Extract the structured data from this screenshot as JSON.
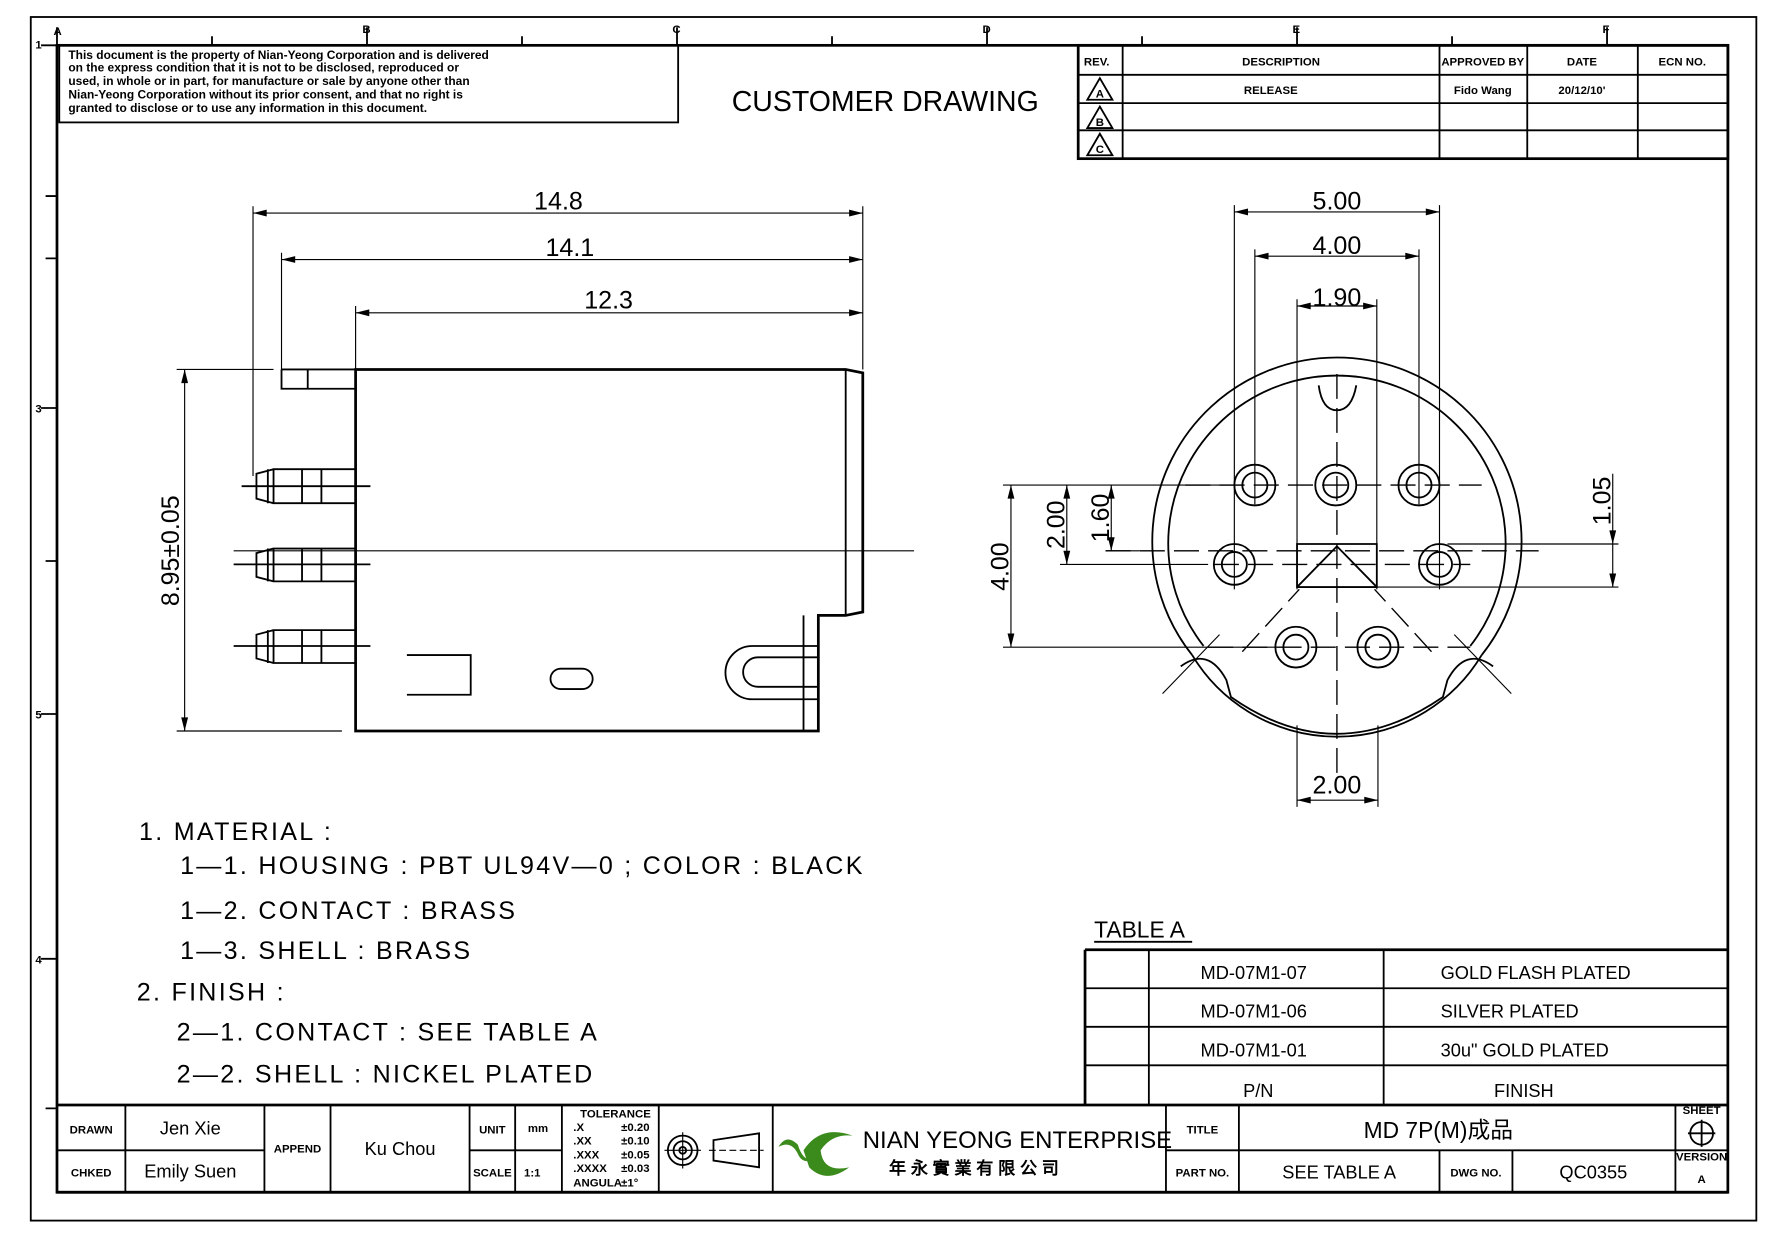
{
  "disclaimer": {
    "lines": [
      "This document is the property of Nian-Yeong Corporation and is delivered",
      "on the express condition that it is not to be disclosed, reproduced or",
      "used, in whole or in part, for manufacture or sale by anyone other than",
      "Nian-Yeong Corporation without its prior consent, and that no right is",
      "granted to disclose or to use any information in this document."
    ]
  },
  "drawing_type": "CUSTOMER DRAWING",
  "grid": {
    "columns": [
      "A",
      "B",
      "C",
      "D",
      "E",
      "F"
    ],
    "rows": [
      "1",
      "3",
      "5",
      "4"
    ]
  },
  "revision_table": {
    "headers": [
      "REV.",
      "DESCRIPTION",
      "APPROVED BY",
      "DATE",
      "ECN NO."
    ],
    "rows": [
      {
        "rev": "A",
        "description": "RELEASE",
        "approved_by": "Fido Wang",
        "date": "20/12/10'",
        "ecn": ""
      },
      {
        "rev": "B",
        "description": "",
        "approved_by": "",
        "date": "",
        "ecn": ""
      },
      {
        "rev": "C",
        "description": "",
        "approved_by": "",
        "date": "",
        "ecn": ""
      }
    ]
  },
  "side_view": {
    "dims": {
      "overall": "14.8",
      "mid": "14.1",
      "body": "12.3",
      "height": "8.95±0.05"
    }
  },
  "front_view": {
    "dims": {
      "w500": "5.00",
      "w400": "4.00",
      "w190": "1.90",
      "w200": "2.00",
      "h400": "4.00",
      "h200": "2.00",
      "h160": "1.60",
      "h105": "1.05"
    }
  },
  "notes": [
    "1.  MATERIAL  :",
    "1—1.  HOUSING  :  PBT  UL94V—0  ;  COLOR  :  BLACK",
    "1—2.  CONTACT  :  BRASS",
    "1—3.  SHELL  :  BRASS",
    "2.  FINISH  :",
    "2—1.  CONTACT  :  SEE  TABLE  A",
    "2—2.  SHELL  :  NICKEL  PLATED"
  ],
  "table_a": {
    "title": "TABLE A",
    "rows": [
      {
        "pn": "MD-07M1-07",
        "finish": "GOLD FLASH PLATED"
      },
      {
        "pn": "MD-07M1-06",
        "finish": "SILVER PLATED"
      },
      {
        "pn": "MD-07M1-01",
        "finish": "30u\" GOLD PLATED"
      }
    ],
    "header": {
      "pn": "P/N",
      "finish": "FINISH"
    }
  },
  "title_block": {
    "drawn_label": "DRAWN",
    "drawn": "Jen Xie",
    "checked_label": "CHKED",
    "checked": "Emily Suen",
    "append_label": "APPEND",
    "append": "Ku Chou",
    "unit_label": "UNIT",
    "unit": "mm",
    "scale_label": "SCALE",
    "scale": "1:1",
    "tolerance": {
      "title": "TOLERANCE",
      "rows": [
        [
          ".X",
          "±0.20"
        ],
        [
          ".XX",
          "±0.10"
        ],
        [
          ".XXX",
          "±0.05"
        ],
        [
          ".XXXX",
          "±0.03"
        ],
        [
          "ANGULA",
          "±1°"
        ]
      ]
    },
    "company_en": "NIAN YEONG ENTERPRISE",
    "company_cn": "年 永 實 業 有 限 公 司",
    "title_label": "TITLE",
    "title": "MD 7P(M)成品",
    "part_label": "PART NO.",
    "part": "SEE TABLE A",
    "dwg_label": "DWG NO.",
    "dwg": "QC0355",
    "sheet_label": "SHEET",
    "version_label": "VERSION",
    "version": "A",
    "logo_color": "#3a8a1c"
  }
}
